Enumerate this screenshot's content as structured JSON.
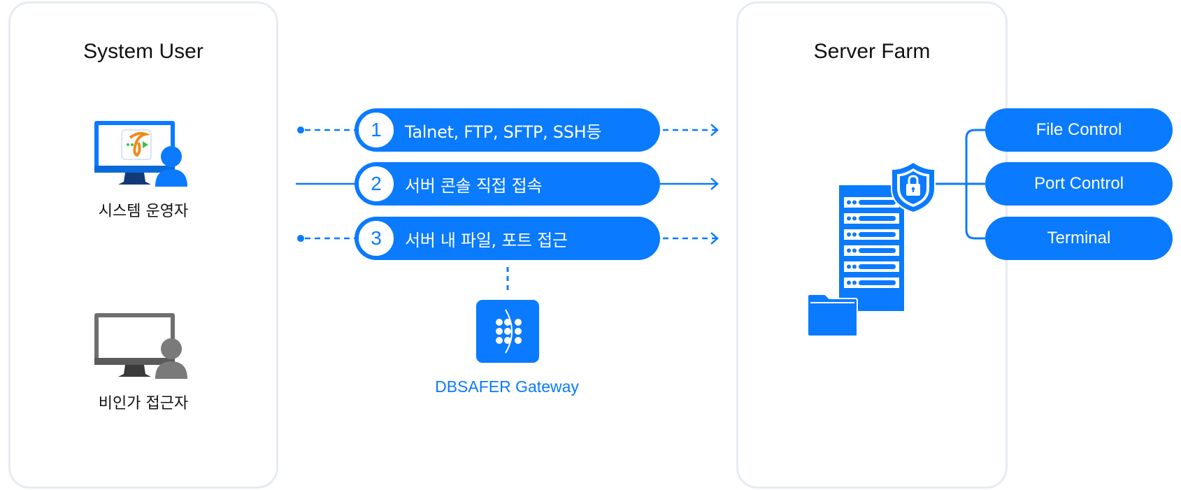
{
  "colors": {
    "accent": "#0a7aff",
    "panel_border": "#e6ebf2",
    "inactive_gray": "#7a7a7a"
  },
  "left_panel": {
    "title": "System User",
    "actors": [
      {
        "label": "시스템 운영자",
        "icon": "authorized-operator-icon"
      },
      {
        "label": "비인가 접근자",
        "icon": "unauthorized-user-icon"
      }
    ]
  },
  "flows": [
    {
      "number": "1",
      "label": "Talnet, FTP, SFTP, SSH등",
      "line_style": "dashed"
    },
    {
      "number": "2",
      "label": "서버 콘솔 직접 접속",
      "line_style": "solid"
    },
    {
      "number": "3",
      "label": "서버 내 파일, 포트 접근",
      "line_style": "dashed"
    }
  ],
  "gateway": {
    "label": "DBSAFER Gateway",
    "icon": "dbsafer-gateway-icon"
  },
  "right_panel": {
    "title": "Server Farm",
    "controls": [
      {
        "label": "File Control"
      },
      {
        "label": "Port Control"
      },
      {
        "label": "Terminal"
      }
    ]
  }
}
